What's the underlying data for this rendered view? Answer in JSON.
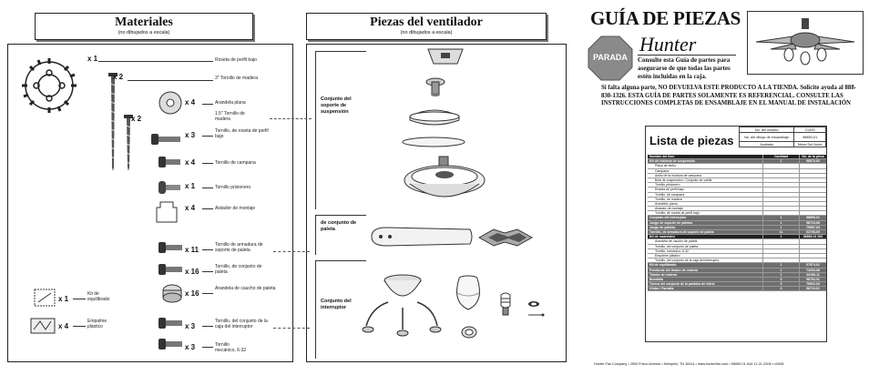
{
  "left": {
    "materiales": {
      "title": "Materiales",
      "subtitle": "(no dibujados a escala)"
    },
    "piezas": {
      "title": "Piezas del ventilador",
      "subtitle": "(no dibujados a escala)"
    },
    "hardware": [
      {
        "qty": "x 1",
        "label": "Roseta de perfil bajo"
      },
      {
        "qty": "x 2",
        "label": "3\" Tornillo de madera"
      },
      {
        "qty": "x 4",
        "label": "Arandela plana"
      },
      {
        "qty": "x 2",
        "label": "1.5\" Tornillo de madera"
      },
      {
        "qty": "x 3",
        "label": "Tornillo, de roseta de perfil bajo"
      },
      {
        "qty": "x 4",
        "label": "Tornillo de campana"
      },
      {
        "qty": "x 1",
        "label": "Tornillo prisionero"
      },
      {
        "qty": "x 4",
        "label": "Aislador de montaje"
      },
      {
        "qty": "x 11",
        "label": "Tornillo de armadura de soporte de paleta"
      },
      {
        "qty": "x 16",
        "label": "Tornillo, de conjunto de paleta"
      },
      {
        "qty": "x 16",
        "label": "Arandela de caucho de paleta"
      },
      {
        "qty": "x 3",
        "label": "Tornillo, del conjunto de la caja del interruptor"
      },
      {
        "qty": "x 3",
        "label": "Tornillo mecánico, 6-32"
      }
    ],
    "misc": [
      {
        "qty": "x 1",
        "label": "Kit de equilibrado"
      },
      {
        "qty": "x 4",
        "label": "Empalme plástico"
      }
    ],
    "sections": {
      "suspension": "Conjunto del soporte de suspensión",
      "paleta": "de conjunto de paleta",
      "interruptor": "Conjunto del interruptor"
    }
  },
  "right": {
    "title": "GUÍA DE PIEZAS",
    "stop_sign": "PARADA",
    "brand": "Hunter",
    "intro_bold": "Consulte esta Guía de partes para asegurarse de que todas las partes estén incluidas en la caja.",
    "intro_body": "Si falta alguna parte, NO DEVUELVA ESTE PRODUCTO A LA TIENDA. Solicite ayuda al 888-830-1326. ESTA GUÍA DE PARTES SOLAMENTE ES REFERENCIAL. CONSULTE LAS INSTRUCCIONES COMPLETAS DE ENSAMBLAJE EN EL MANUAL DE INSTALACIÓN",
    "lista_title": "Lista de piezas",
    "meta": {
      "modelo_label": "No. del modelo",
      "modelo": "21325",
      "dibujo_label": "No. del dibujo de ensamblaje",
      "dibujo": "98850-01",
      "acabado_label": "Acabado",
      "acabado": "Nieve Del Norte"
    },
    "cols": {
      "item": "Nombre del item",
      "qty": "Cantidad",
      "part": "No. de la pieza"
    },
    "rows": [
      {
        "t": "kit",
        "n": "Kit del sistema de suspensión",
        "q": "1",
        "p": "98070-02"
      },
      {
        "t": "sub",
        "n": "Placa de techo",
        "q": "",
        "p": ""
      },
      {
        "t": "sub",
        "n": "Campana",
        "q": "",
        "p": ""
      },
      {
        "t": "sub",
        "n": "Anillo de la moldura de campana",
        "q": "",
        "p": ""
      },
      {
        "t": "sub",
        "n": "Bola de suspensión / Conjunto de varilla",
        "q": "",
        "p": ""
      },
      {
        "t": "sub",
        "n": "Tornillo prisionero",
        "q": "",
        "p": ""
      },
      {
        "t": "sub",
        "n": "Roseta de perfil bajo",
        "q": "",
        "p": ""
      },
      {
        "t": "sub",
        "n": "Tornillo, de campana",
        "q": "",
        "p": ""
      },
      {
        "t": "sub",
        "n": "Tornillo, de madera",
        "q": "",
        "p": ""
      },
      {
        "t": "sub",
        "n": "Arandela, plana",
        "q": "",
        "p": ""
      },
      {
        "t": "sub",
        "n": "Aislador de montaje",
        "q": "",
        "p": ""
      },
      {
        "t": "sub",
        "n": "Tornillo, de roseta de perfil bajo",
        "q": "",
        "p": ""
      },
      {
        "t": "kit",
        "n": "Conjunto del interruptor",
        "q": "1",
        "p": "98699-01"
      },
      {
        "t": "kit",
        "n": "Juego de soporte de paletas",
        "q": "1",
        "p": "98719-06"
      },
      {
        "t": "kit",
        "n": "Juego de paletas",
        "q": "1",
        "p": "79597-03"
      },
      {
        "t": "kit",
        "n": "Tornillo, de armadura de soporte de paleta",
        "q": "11",
        "p": "02705-09"
      },
      {
        "t": "kit dark",
        "n": "Kit de materiales",
        "q": "1",
        "p": "98856-01 000"
      },
      {
        "t": "sub",
        "n": "Arandela de caucho de paleta",
        "q": "",
        "p": ""
      },
      {
        "t": "sub",
        "n": "Tornillo, del conjunto de paleta",
        "q": "",
        "p": ""
      },
      {
        "t": "sub",
        "n": "Tornillo, mecánico, 6-32",
        "q": "",
        "p": ""
      },
      {
        "t": "sub",
        "n": "Empalme plástico",
        "q": "",
        "p": ""
      },
      {
        "t": "sub",
        "n": "Tornillo, del conjunto de la caja del interruptor",
        "q": "",
        "p": ""
      },
      {
        "t": "kit",
        "n": "Kit de equilibrado",
        "q": "1",
        "p": "07074-01"
      },
      {
        "t": "kit",
        "n": "Pendiente del tirador de cadena",
        "q": "1",
        "p": "74293-06"
      },
      {
        "t": "kit",
        "n": "Tirador de cadena",
        "q": "1",
        "p": "43196-11"
      },
      {
        "t": "kit",
        "n": "Bombilla",
        "q": "3",
        "p": "98753-01"
      },
      {
        "t": "kit",
        "n": "Tuerca del conjunto de la pantalla de vidrio",
        "q": "3",
        "p": "79602-03"
      },
      {
        "t": "kit",
        "n": "Globo / Pantalla",
        "q": "3",
        "p": "98719-01"
      }
    ],
    "footer": "Hunter Fan Company  •  2500 Frisco Avenue  •  Memphis, TN 38114  •  www.hunterfan.com  •  98069-01-944  11-21-2006  •  c2008"
  }
}
